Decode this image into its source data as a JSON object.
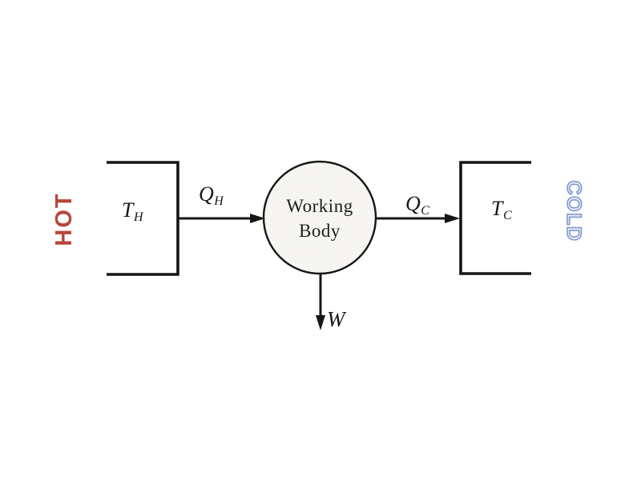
{
  "colors": {
    "hot": "#b8463b",
    "hot-light": "#c2574a",
    "cold": "#8298cc",
    "cold-fill": "#e9eef9",
    "line": "#161616",
    "circle-fill": "#f7f6f2",
    "circle-dot": "#e9e6de"
  },
  "diagram": {
    "hot_reservoir": {
      "side_label": "HOT",
      "temperature": {
        "main": "T",
        "sub": "H"
      }
    },
    "cold_reservoir": {
      "side_label": "COLD",
      "temperature": {
        "main": "T",
        "sub": "C"
      }
    },
    "working_body": {
      "line1": "Working",
      "line2": "Body"
    },
    "heat_in": {
      "main": "Q",
      "sub": "H"
    },
    "heat_out": {
      "main": "Q",
      "sub": "C"
    },
    "work": {
      "main": "W"
    }
  }
}
